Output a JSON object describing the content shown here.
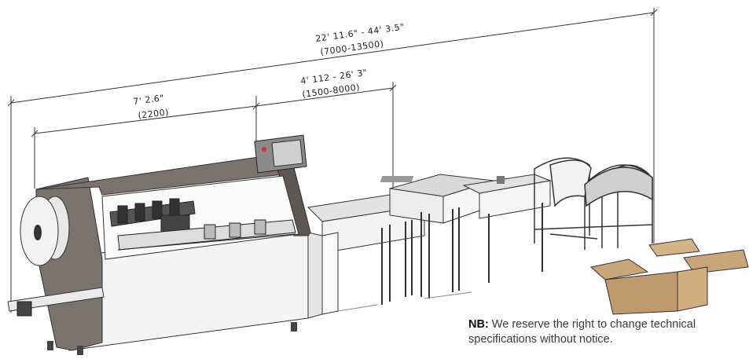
{
  "dimensions": {
    "overall_imperial": "22' 11.6\" - 44' 3.5\"",
    "overall_metric": "(7000-13500)",
    "machine_imperial": "7' 2.6\"",
    "machine_metric": "(2200)",
    "conveyor_imperial": "4' 112 - 26' 3\"",
    "conveyor_metric": "(1500-8000)"
  },
  "note": {
    "label": "NB:",
    "text_line1": " We reserve the right to change technical",
    "text_line2": "specifications without notice."
  },
  "colors": {
    "frame": "#7a736c",
    "frame_dark": "#5e5852",
    "line": "#222222",
    "carton": "#c9a57a"
  }
}
